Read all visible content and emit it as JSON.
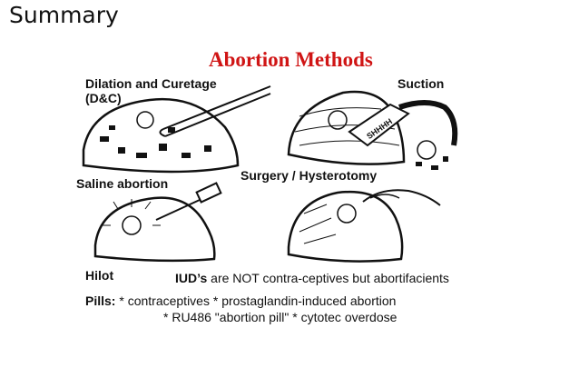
{
  "slide": {
    "title": "Summary"
  },
  "figure": {
    "title": "Abortion Methods",
    "methods": [
      {
        "label_line1": "Dilation and Curetage",
        "label_line2": "(D&C)"
      },
      {
        "label": "Suction"
      },
      {
        "label": "Saline abortion"
      },
      {
        "label": "Surgery / Hysterotomy"
      }
    ],
    "tube_text": "SHHHH",
    "hilot": "Hilot",
    "iud_strong": "IUD’s",
    "iud_rest": " are NOT contra-ceptives but abortifacients",
    "pills_strong": "Pills:",
    "pills_line1": " * contraceptives * prostaglandin-induced abortion",
    "pills_line2": "* RU486 \"abortion pill\" * cytotec overdose"
  }
}
